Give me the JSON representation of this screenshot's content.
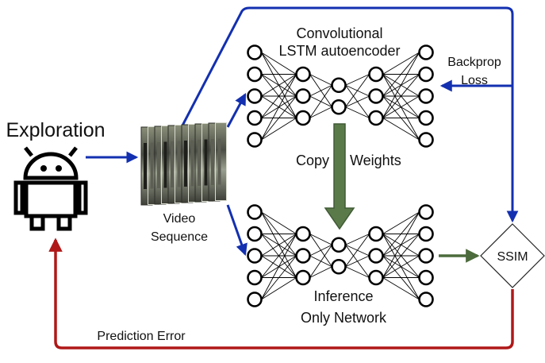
{
  "labels": {
    "exploration": "Exploration",
    "video_line1": "Video",
    "video_line2": "Sequence",
    "top_net_line1": "Convolutional",
    "top_net_line2": "LSTM autoencoder",
    "backprop_line1": "Backprop",
    "backprop_line2": "Loss",
    "copy_weights_left": "Copy",
    "copy_weights_right": "Weights",
    "bottom_net_line1": "Inference",
    "bottom_net_line2": "Only Network",
    "ssim": "SSIM",
    "prediction_error": "Prediction Error"
  },
  "network": {
    "layer_sizes": [
      5,
      3,
      2,
      3,
      5
    ]
  },
  "colors": {
    "blue_arrow": "#1330b0",
    "red_arrow": "#b01818",
    "green_arrow": "#4c6b3c",
    "green_fill": "#5a7a4a",
    "node_stroke": "#000000",
    "edge_stroke": "#000000"
  },
  "icons": {
    "explorer": "android-robot-icon",
    "video": "video-frames-icon"
  }
}
